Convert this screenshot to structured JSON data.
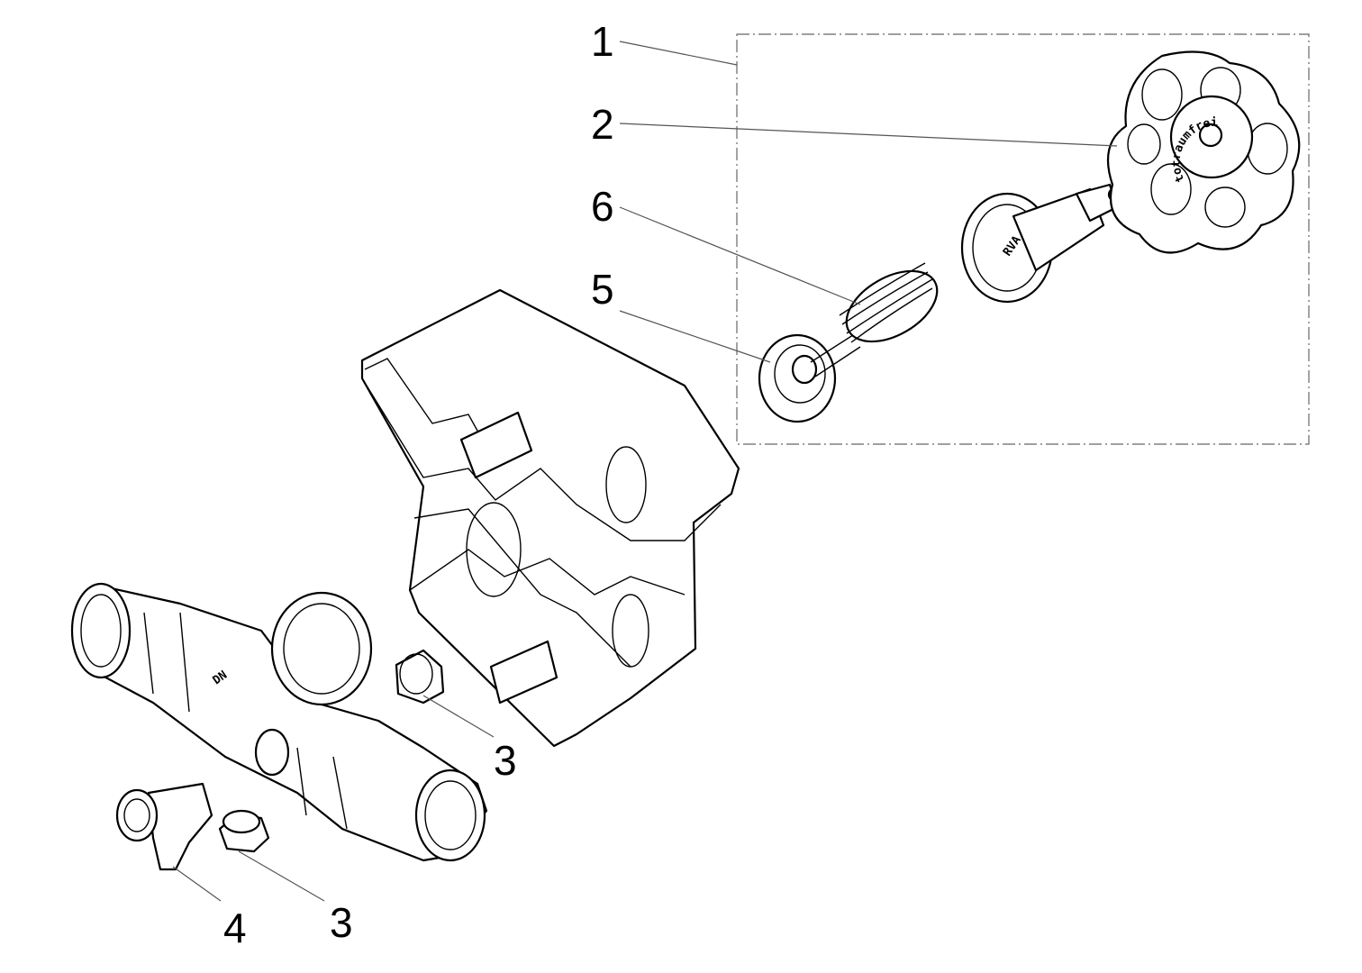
{
  "labels": {
    "assembly": "1",
    "handwheel": "2",
    "spring": "6",
    "seal_disc": "5",
    "plug_upper": "3",
    "drain_valve": "4",
    "plug_lower": "3"
  },
  "stamps": {
    "handwheel_text": "totraumfrei",
    "spindle_mark": "RVA"
  }
}
